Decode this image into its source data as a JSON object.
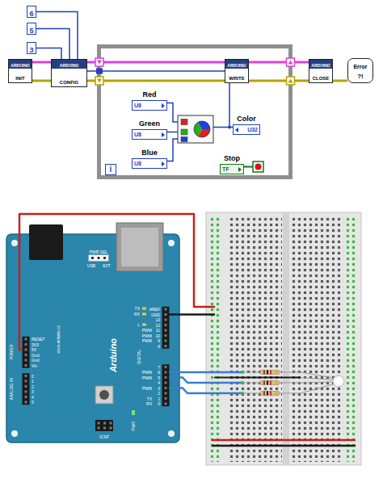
{
  "diagram": {
    "nodes": [
      {
        "text": [
          "6"
        ]
      },
      {
        "text": [
          "5"
        ]
      },
      {
        "text": [
          "3"
        ]
      },
      {
        "text": [
          "ARDUINO",
          "INIT"
        ]
      },
      {
        "text": [
          "ARDUINO",
          "CONFIG"
        ]
      },
      {
        "text": [
          "i"
        ]
      },
      {
        "text": [
          "ARDUINO",
          "WRITE"
        ],
        "in": 5
      },
      {
        "text": [
          "Red",
          "U8"
        ],
        "in": 5
      },
      {
        "text": [
          "Green",
          "U8"
        ],
        "in": 5
      },
      {
        "text": [
          "Blue",
          "U8"
        ],
        "in": 5
      },
      {
        "text": [
          "Color",
          "U32"
        ],
        "in": 5
      },
      {
        "text": [
          "Stop",
          "TF"
        ],
        "in": 5
      },
      {
        "text": [
          "ARDUINO",
          "CLOSE"
        ]
      },
      {
        "text": [
          "Error",
          "?!"
        ]
      }
    ],
    "edges": [
      {
        "from": 0,
        "to": 4,
        "arrow": "none"
      },
      {
        "from": 1,
        "to": 4,
        "arrow": "none"
      },
      {
        "from": 2,
        "to": 4,
        "arrow": "none"
      },
      {
        "from": 3,
        "to": 4,
        "arrow": "none"
      },
      {
        "from": 3,
        "to": 4,
        "arrow": "none"
      },
      {
        "from": 4,
        "to": 6,
        "arrow": "none"
      },
      {
        "from": 4,
        "to": 6,
        "arrow": "none"
      },
      {
        "from": 4,
        "to": 6,
        "arrow": "none"
      },
      {
        "from": 6,
        "to": 12,
        "arrow": "none"
      },
      {
        "from": 6,
        "to": 12,
        "arrow": "none"
      },
      {
        "from": 12,
        "to": 13,
        "arrow": "none"
      }
    ],
    "labels": [
      "PWR SEL",
      "USB",
      "EXT",
      "AREF",
      "GND",
      "TX",
      "RX",
      "L",
      "13",
      "12",
      "11",
      "PWM",
      "10",
      "PWM",
      "9",
      "PWM",
      "8",
      "DIGITAL",
      "Arduino",
      "7",
      "6",
      "PWM",
      "5",
      "PWM",
      "4",
      "3",
      "PWM",
      "2",
      "TX",
      "1",
      "RX",
      "0",
      "www.arduino.cc",
      "RESET",
      "3V3",
      "5V",
      "Gnd",
      "Gnd",
      "Vin",
      "POWER",
      "0",
      "1",
      "2",
      "3",
      "4",
      "5",
      "ANALOG IN",
      "ICSP",
      "PWR"
    ]
  }
}
